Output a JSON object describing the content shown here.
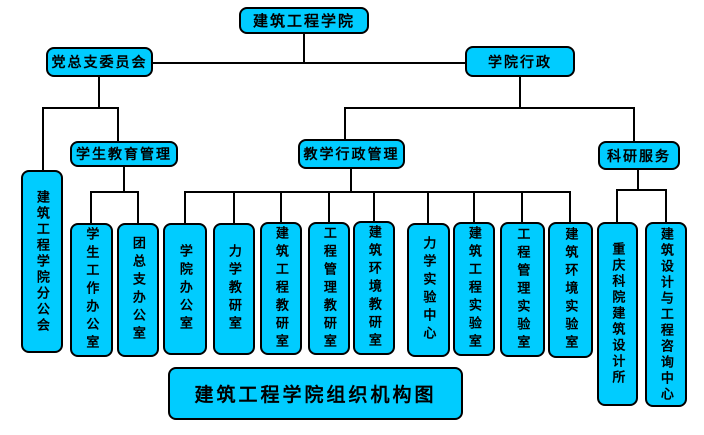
{
  "chart_title": "建筑工程学院组织机构图",
  "colors": {
    "box_fill": "#00ccff",
    "box_border": "#000000",
    "connector": "#000000",
    "background": "#ffffff",
    "text": "#000000"
  },
  "boxes": [
    {
      "id": "college",
      "label": "建筑工程学院"
    },
    {
      "id": "party-committee",
      "label": "党总支委员会"
    },
    {
      "id": "college-admin",
      "label": "学院行政"
    },
    {
      "id": "student-education-mgmt",
      "label": "学生教育管理"
    },
    {
      "id": "teaching-admin-mgmt",
      "label": "教学行政管理"
    },
    {
      "id": "research-service",
      "label": "科研服务"
    },
    {
      "id": "union-branch",
      "label": "建筑工程学院分公会"
    },
    {
      "id": "student-work-office",
      "label": "学生工作办公室"
    },
    {
      "id": "league-branch-office",
      "label": "团总支办公室"
    },
    {
      "id": "college-office",
      "label": "学院办公室"
    },
    {
      "id": "mechanics-teaching-office",
      "label": "力学教研室"
    },
    {
      "id": "construction-teaching-office",
      "label": "建筑工程教研室"
    },
    {
      "id": "engineering-mgmt-teaching-office",
      "label": "工程管理教研室"
    },
    {
      "id": "building-env-teaching-office",
      "label": "建筑环境教研室"
    },
    {
      "id": "mechanics-experiment-center",
      "label": "力学实验中心"
    },
    {
      "id": "construction-lab",
      "label": "建筑工程实验室"
    },
    {
      "id": "engineering-mgmt-lab",
      "label": "工程管理实验室"
    },
    {
      "id": "building-env-lab",
      "label": "建筑环境实验室"
    },
    {
      "id": "cq-design-institute",
      "label": "重庆科院建筑设计所"
    },
    {
      "id": "design-consulting-center",
      "label": "建筑设计与工程咨询中心"
    }
  ]
}
